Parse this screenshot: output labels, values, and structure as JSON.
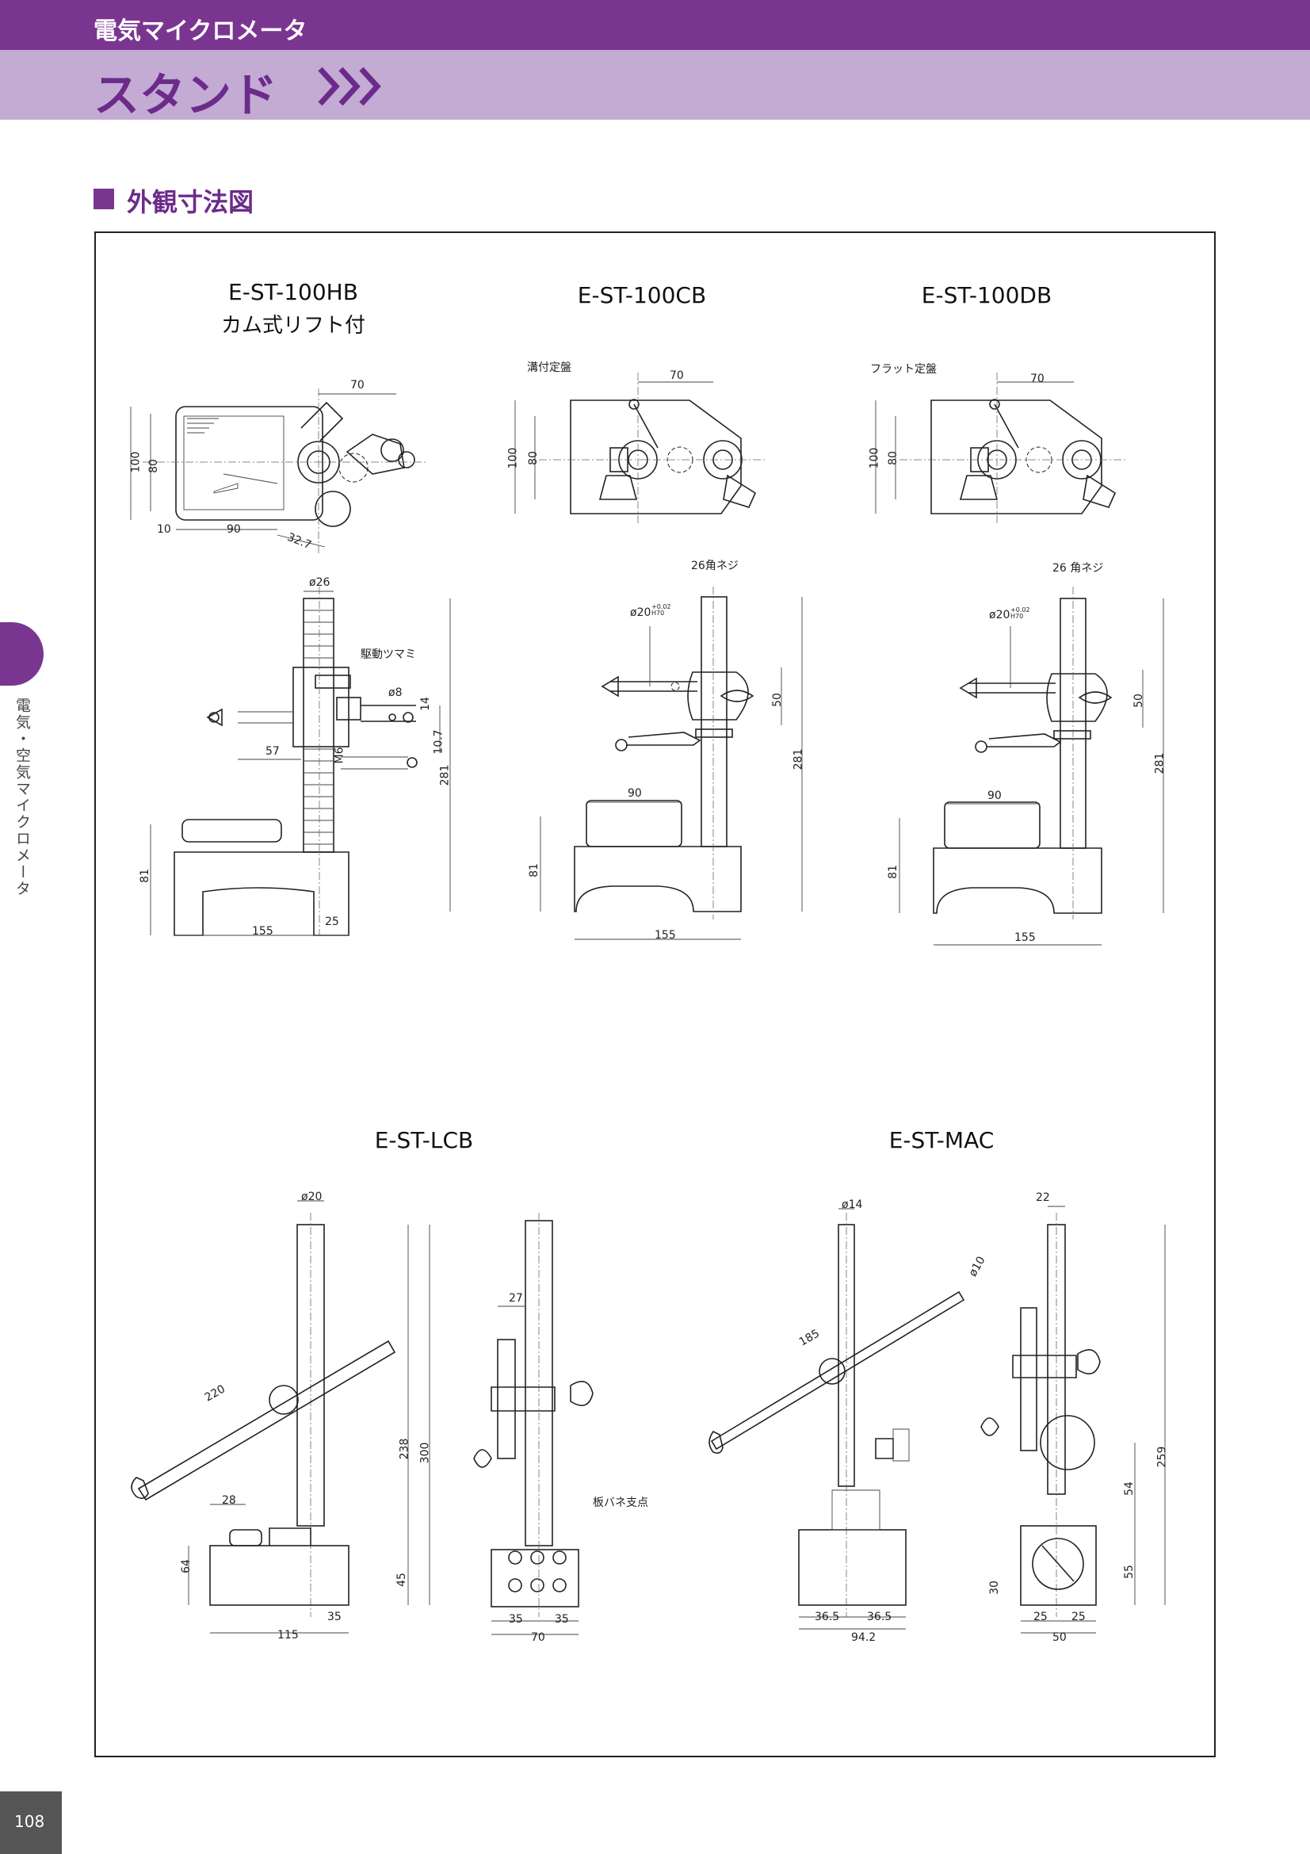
{
  "header": {
    "category": "電気マイクロメータ",
    "title": "スタンド"
  },
  "section_title": "外観寸法図",
  "side_tab": "電気・空気マイクロメータ",
  "page_number": "108",
  "models": {
    "m1": {
      "name": "E-ST-100HB",
      "subtitle": "カム式リフト付"
    },
    "m2": {
      "name": "E-ST-100CB"
    },
    "m3": {
      "name": "E-ST-100DB"
    },
    "m4": {
      "name": "E-ST-LCB"
    },
    "m5": {
      "name": "E-ST-MAC"
    }
  },
  "callouts": {
    "grooved_surface_plate": "溝付定盤",
    "flat_surface_plate": "フラット定盤",
    "drive_knob": "駆動ツマミ",
    "square_screw_cb": "26角ネジ",
    "square_screw_db": "26 角ネジ",
    "leaf_spring_fulcrum": "板バネ支点"
  },
  "dimensions": {
    "hb_top": {
      "d70": "70",
      "d100": "100",
      "d80": "80",
      "d10": "10",
      "d90": "90",
      "d32": "32.7"
    },
    "hb_side": {
      "dia26": "ø26",
      "dia8": "ø8",
      "d14": "14",
      "d57": "57",
      "d107": "10.7",
      "m6": "M6",
      "d281": "281",
      "d81": "81",
      "d25": "25",
      "d155": "155"
    },
    "cb_top": {
      "d70": "70",
      "d100": "100",
      "d80": "80"
    },
    "cb_side": {
      "dia20": "ø20",
      "tol": "+0.02 H70",
      "d50": "50",
      "d90": "90",
      "d281": "281",
      "d81": "81",
      "d155": "155"
    },
    "db_top": {
      "d70": "70",
      "d100": "100",
      "d80": "80"
    },
    "db_side": {
      "dia20": "ø20",
      "tol": "+0.02 H70",
      "d50": "50",
      "d90": "90",
      "d281": "281",
      "d81": "81",
      "d155": "155"
    },
    "lcb_front": {
      "dia20": "ø20",
      "d220": "220",
      "d238": "238",
      "d300": "300",
      "d28": "28",
      "d64": "64",
      "d45": "45",
      "d35": "35",
      "d115": "115"
    },
    "lcb_side": {
      "d27": "27",
      "d35a": "35",
      "d35b": "35",
      "d70": "70"
    },
    "mac_front": {
      "dia14": "ø14",
      "dia10": "ø10",
      "d185": "185",
      "d365a": "36.5",
      "d365b": "36.5",
      "d942": "94.2"
    },
    "mac_side": {
      "d22": "22",
      "d259": "259",
      "d54": "54",
      "d55": "55",
      "d30": "30",
      "d25a": "25",
      "d25b": "25",
      "d50": "50"
    }
  }
}
